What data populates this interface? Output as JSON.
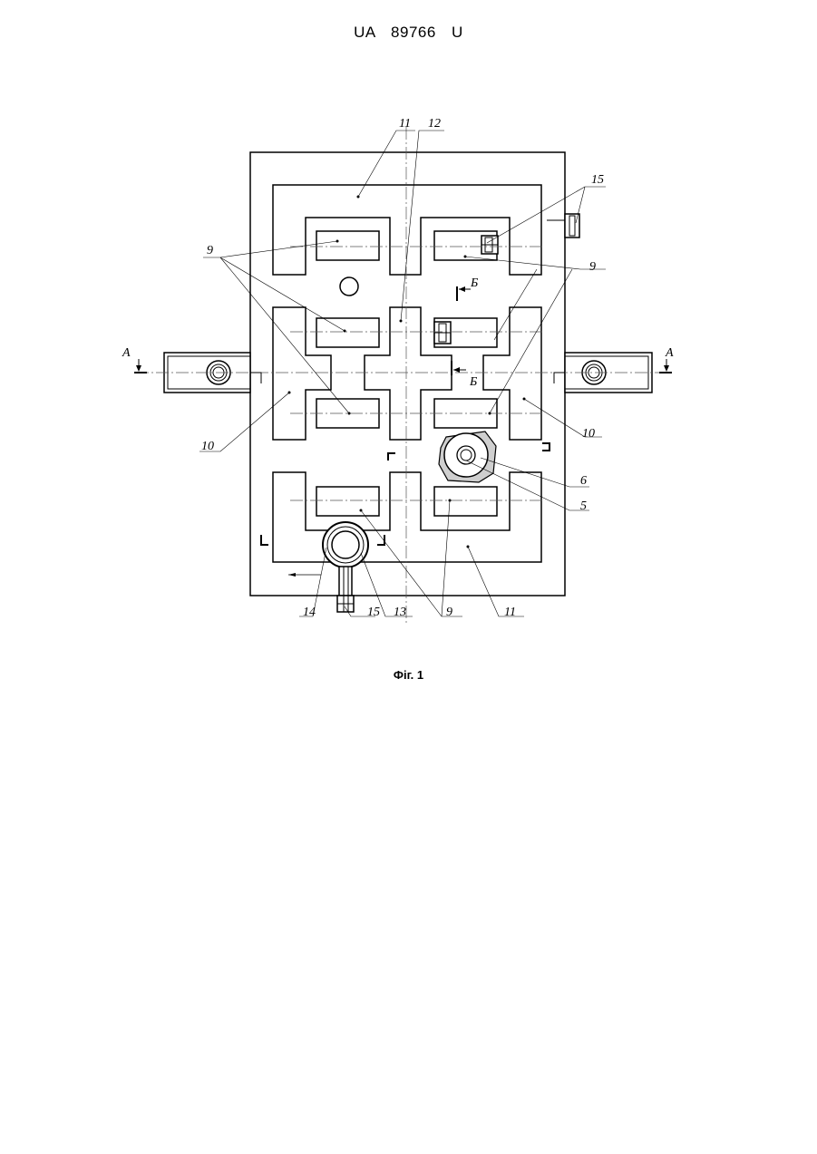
{
  "document": {
    "header": "UA 89766 U",
    "figure_caption": "Фіг. 1"
  },
  "drawing": {
    "part_labels": {
      "l11_top": "11",
      "l12": "12",
      "l15_right": "15",
      "l9_left": "9",
      "l9_right": "9",
      "l10_left": "10",
      "l10_right": "10",
      "l6": "6",
      "l5": "5",
      "l14": "14",
      "l15_bottom": "15",
      "l13": "13",
      "l9_bottom": "9",
      "l11_bottom": "11"
    },
    "section_labels": {
      "a_left": "А",
      "a_right": "А",
      "b_top": "Б",
      "b_bottom": "Б"
    }
  }
}
